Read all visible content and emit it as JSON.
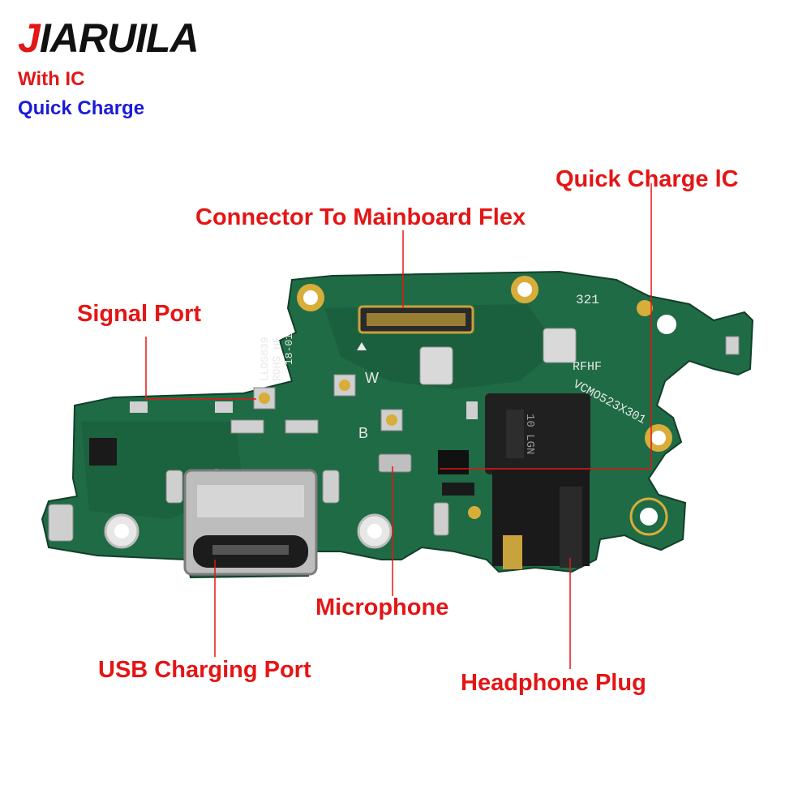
{
  "brand": {
    "first_letter": "J",
    "rest": "IARUILA"
  },
  "tagline": {
    "line1": "With IC",
    "line2": "Quick Charge"
  },
  "labels": {
    "quick_charge_ic": "Quick Charge lC",
    "connector": "Connector To Mainboard Flex",
    "signal_port": "Signal Port",
    "microphone": "Microphone",
    "usb_port": "USB Charging Port",
    "headphone": "Headphone Plug"
  },
  "board_markings": {
    "code_321": "321",
    "rfhf": "RFHF",
    "vc_code": "VCMO523X301",
    "lld": "LLDS639",
    "rohs": "ROHS HF",
    "batch": "18-01",
    "w": "W",
    "b": "B",
    "jack_text": "10 LGN"
  },
  "colors": {
    "pcb_green": "#1f6b45",
    "pcb_dark": "#17563a",
    "label_red": "#e51515",
    "brand_blue": "#1b1bd8",
    "gold": "#d8ad3a"
  }
}
